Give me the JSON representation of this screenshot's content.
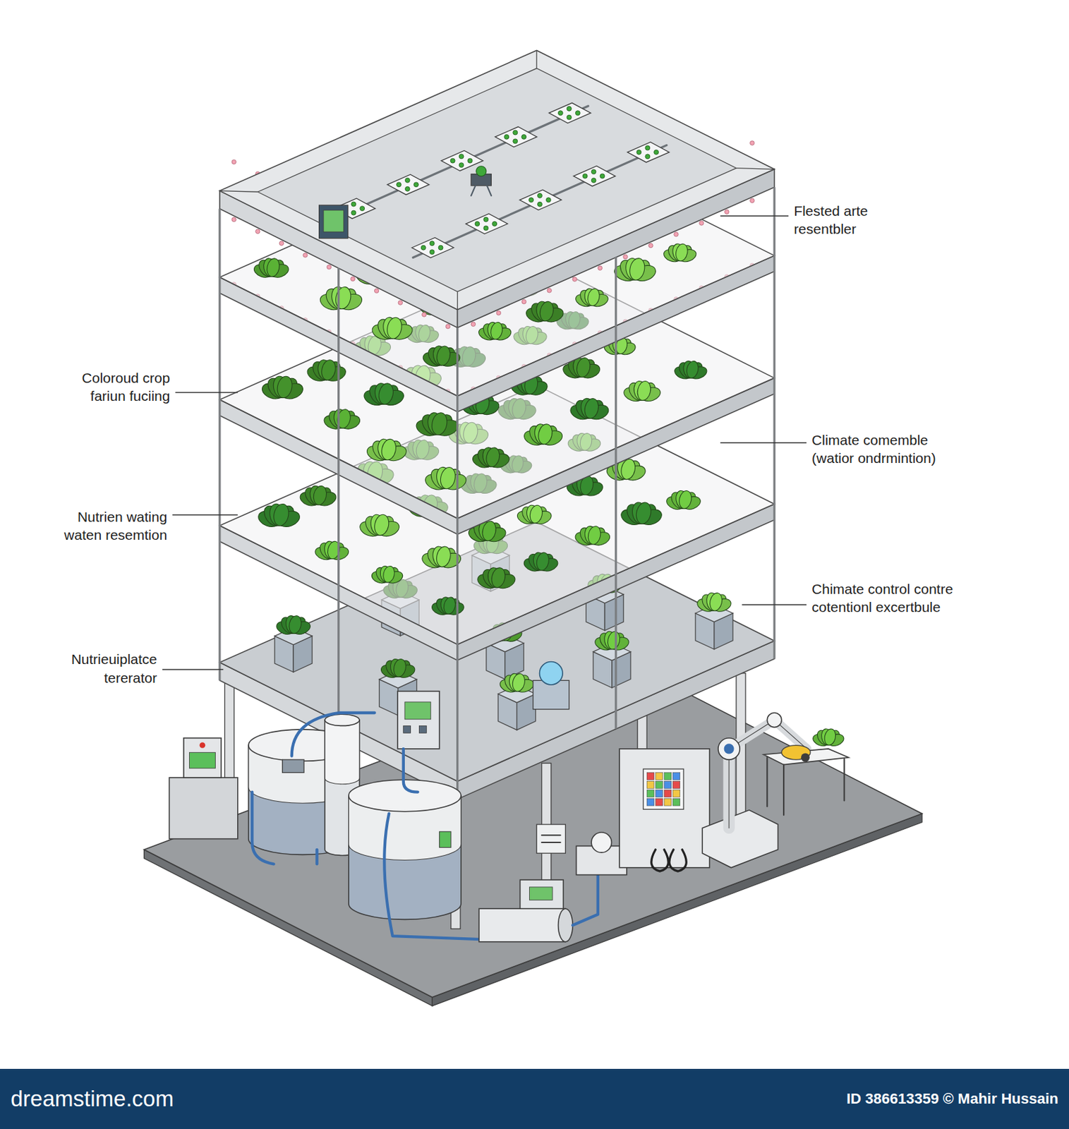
{
  "diagram": {
    "nodes": [
      {
        "text": [
          "dreamstime.com",
          "ID 386613359 © Mahir Hussain"
        ]
      }
    ],
    "labels": [
      "Flested arte resentbler",
      "Coloroud crop fariun fuciing",
      "Climate comemble (watior ondrmintion)",
      "Nutrien wating waten resemtion",
      "Chimate control contre cotentionl excertbule",
      "Nutrieuiplatce tererator"
    ]
  }
}
